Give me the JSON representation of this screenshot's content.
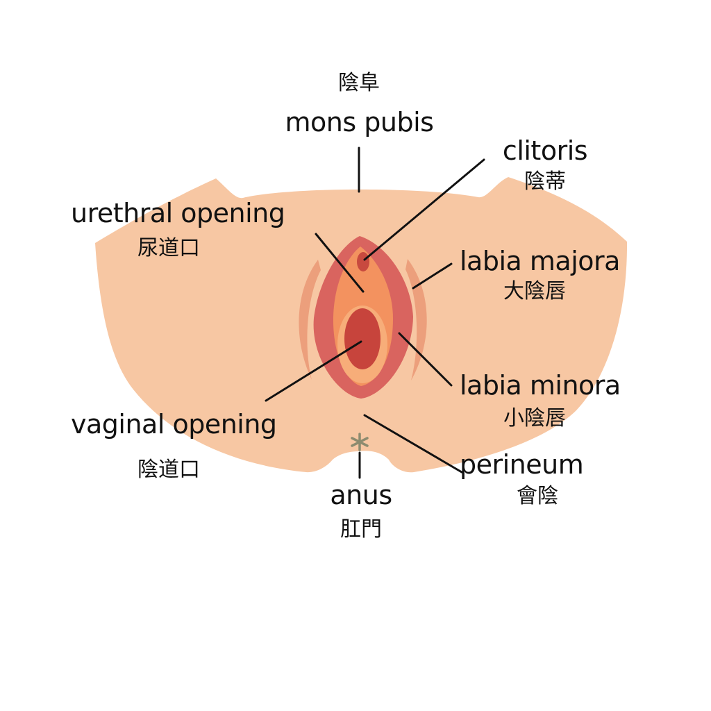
{
  "labels": {
    "mons_pubis": {
      "zh": "陰阜",
      "en": "mons pubis"
    },
    "clitoris": {
      "en": "clitoris",
      "zh": "陰蒂"
    },
    "urethral_opening": {
      "en": "urethral opening",
      "zh": "尿道口"
    },
    "labia_majora": {
      "en": "labia majora",
      "zh": "大陰唇"
    },
    "labia_minora": {
      "en": "labia minora",
      "zh": "小陰唇"
    },
    "vaginal_opening": {
      "en": "vaginal opening",
      "zh": "陰道口"
    },
    "perineum": {
      "en": "perineum",
      "zh": "會陰"
    },
    "anus": {
      "en": "anus",
      "zh": "肛門"
    }
  },
  "colors": {
    "skin": "#f7c7a3",
    "skin_fold": "#ec9f7c",
    "labia_minora": "#d9645f",
    "vestibule": "#f3925f",
    "inner_vestibule": "#f7ad79",
    "opening": "#c7443c",
    "clitoris": "#c84a3f",
    "anus": "#8c8b6f",
    "leader_line": "#111111"
  }
}
